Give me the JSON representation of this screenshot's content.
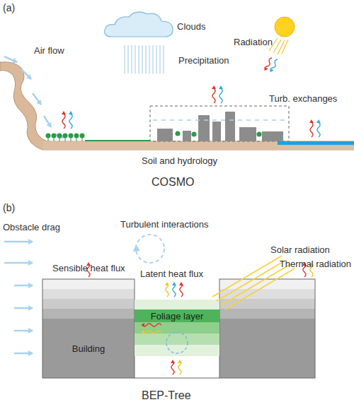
{
  "diagram": {
    "nodes": [
      {
        "text": [
          "Building"
        ]
      },
      {
        "text": [
          "Foliage layer"
        ]
      }
    ],
    "labels": [
      "(a)",
      "Clouds",
      "Radiation",
      "Air flow",
      "Precipitation",
      "Turb. exchanges",
      "Soil and hydrology",
      "COSMO",
      "(b)",
      "Obstacle drag",
      "Turbulent interactions",
      "Solar radiation",
      "Sensible heat flux",
      "Latent heat flux",
      "Thermal radiation",
      "BEP-Tree"
    ]
  }
}
